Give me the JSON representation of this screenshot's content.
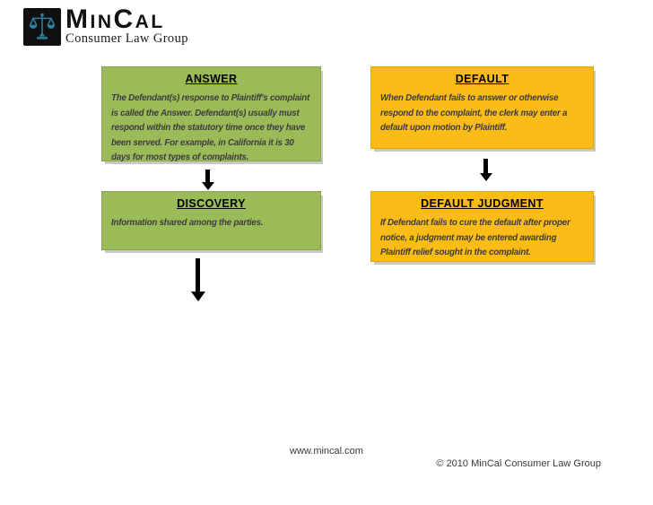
{
  "logo": {
    "icon": "scales-of-justice-icon",
    "wordmark": "MinCal",
    "tagline": "Consumer Law Group"
  },
  "colors": {
    "green_box": "#9BBB59",
    "gold_box": "#FBBC17",
    "logo_scales": "#2E7F9F",
    "logo_square": "#101010",
    "title_text": "#000000",
    "body_text": "#3D3D3D",
    "box_shadow": "#C9C9C4"
  },
  "boxes": [
    {
      "id": "answer",
      "color": "green",
      "title": "ANSWER",
      "body": "The Defendant(s) response to Plaintiff's complaint is called the Answer.  Defendant(s) usually must respond within the statutory time once they have been served. For example, in California it is 30 days for most types of complaints."
    },
    {
      "id": "default",
      "color": "gold",
      "title": "DEFAULT",
      "body": "When Defendant fails to answer or otherwise respond to the complaint, the clerk may enter a default upon motion by Plaintiff."
    },
    {
      "id": "discovery",
      "color": "green",
      "title": "DISCOVERY",
      "body": "Information shared among the parties."
    },
    {
      "id": "default-judgment",
      "color": "gold",
      "title": "DEFAULT JUDGMENT",
      "body": "If Defendant fails to cure the default after proper notice, a judgment may be entered awarding Plaintiff relief sought in the complaint."
    }
  ],
  "arrows": [
    {
      "id": "answer-to-discovery",
      "direction": "down"
    },
    {
      "id": "default-to-judgment",
      "direction": "down"
    },
    {
      "id": "discovery-to-next",
      "direction": "down"
    }
  ],
  "footer": {
    "website": "www.mincal.com",
    "copyright": "© 2010 MinCal Consumer Law Group"
  }
}
